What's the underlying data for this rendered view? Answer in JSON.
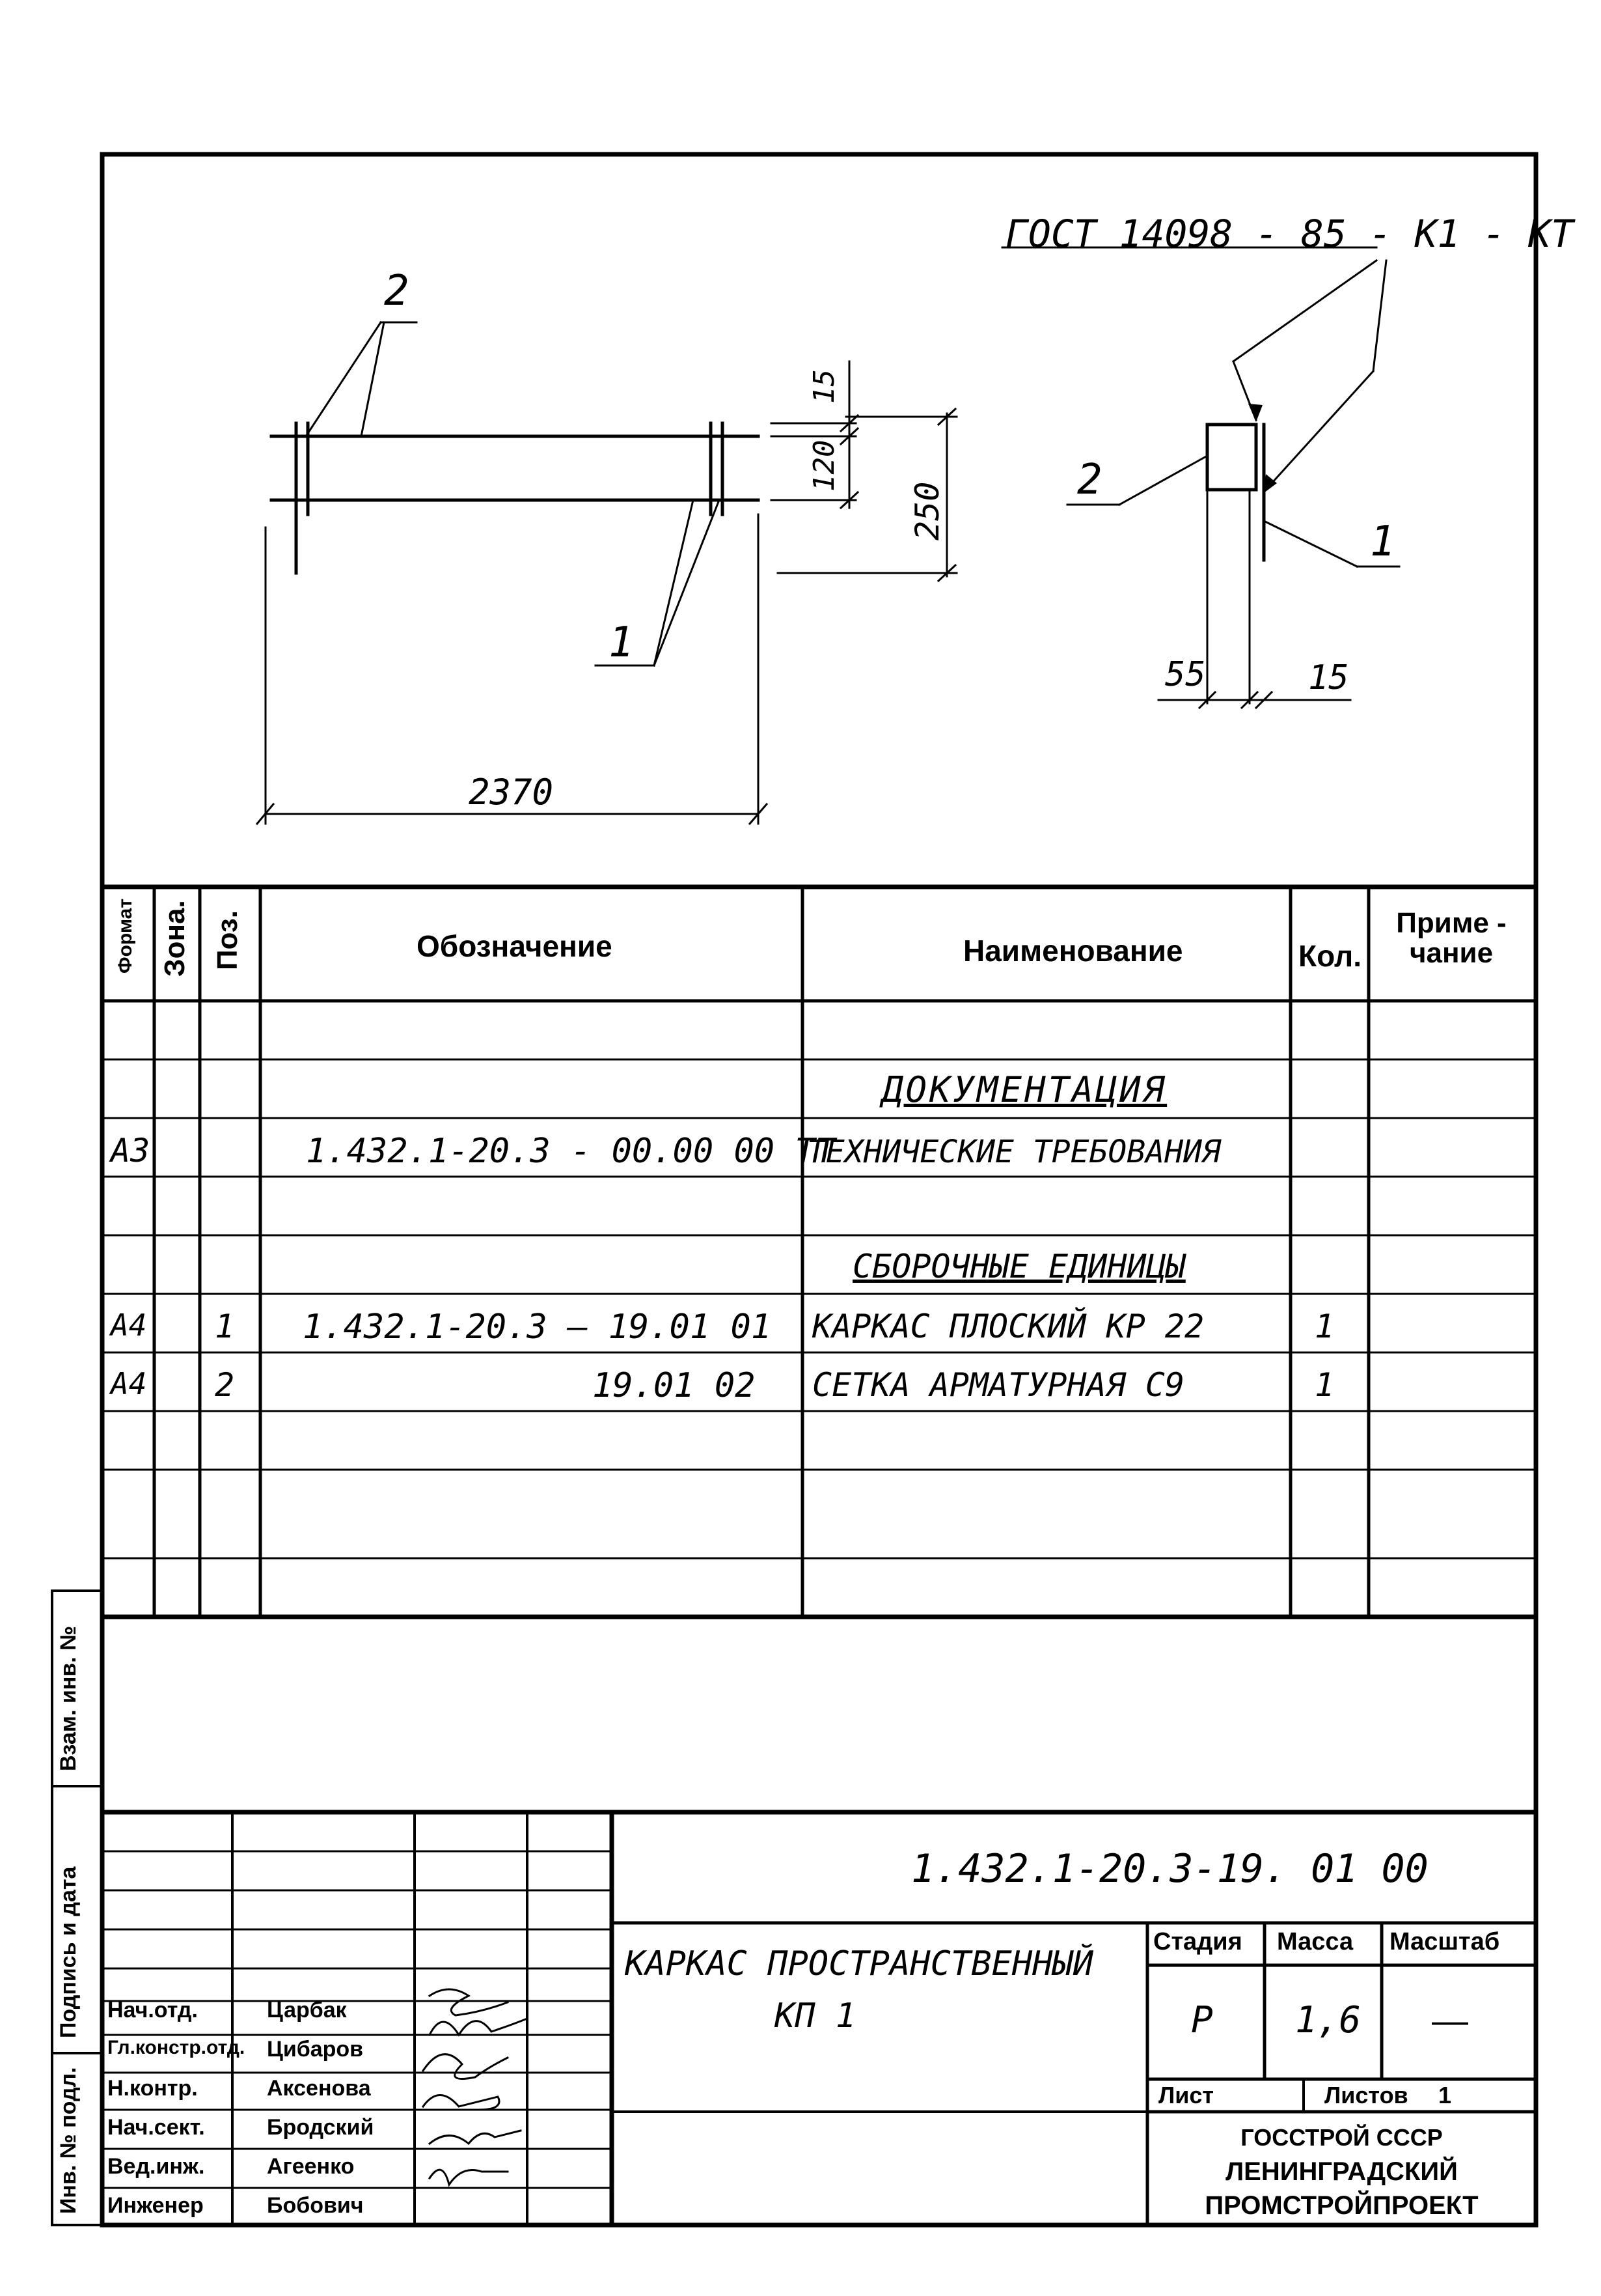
{
  "drawing": {
    "gost_note": "ГОСТ 14098 - 85 - К1 - КТ",
    "labels": {
      "pos2_left": "2",
      "pos1_left": "1",
      "pos2_right": "2",
      "pos1_right": "1"
    },
    "dimensions": {
      "length": "2370",
      "d15_top": "15",
      "d120": "120",
      "d250": "250",
      "d55": "55",
      "d15_bottom": "15"
    }
  },
  "spec_table": {
    "headers": {
      "format": "Формат",
      "zone": "Зона.",
      "pos": "Поз.",
      "designation": "Обозначение",
      "name": "Наименование",
      "qty": "Кол.",
      "note": "Приме - чание"
    },
    "section_docs": "ДОКУМЕНТАЦИЯ",
    "row_docs": {
      "format": "А3",
      "designation": "1.432.1-20.3 - 00.00 00 ТТ",
      "name": "ТЕХНИЧЕСКИЕ ТРЕБОВАНИЯ"
    },
    "section_assembly": "СБОРОЧНЫЕ ЕДИНИЦЫ",
    "rows": [
      {
        "format": "А4",
        "pos": "1",
        "designation": "1.432.1-20.3 – 19.01 01",
        "name": "КАРКАС ПЛОСКИЙ КР 22",
        "qty": "1"
      },
      {
        "format": "А4",
        "pos": "2",
        "designation": "19.01 02",
        "name": "СЕТКА АРМАТУРНАЯ С9",
        "qty": "1"
      }
    ]
  },
  "side_stamp": {
    "inv_podl": "Инв. № подл.",
    "podpis_data": "Подпись и дата",
    "vzam_inv": "Взам. инв. №"
  },
  "title_block": {
    "doc_number": "1.432.1-20.3-19. 01 00",
    "title_line1": "КАРКАС ПРОСТРАНСТВЕННЫЙ",
    "title_line2": "КП 1",
    "stage_label": "Стадия",
    "mass_label": "Масса",
    "scale_label": "Масштаб",
    "stage_value": "Р",
    "mass_value": "1,6",
    "scale_value": "—",
    "sheet_label": "Лист",
    "sheets_label": "Листов",
    "sheets_value": "1",
    "org_line1": "ГОССТРОЙ СССР",
    "org_line2": "ЛЕНИНГРАДСКИЙ",
    "org_line3": "ПРОМСТРОЙПРОЕКТ",
    "signers": [
      {
        "role": "Нач.отд.",
        "name": "Царбак"
      },
      {
        "role": "Гл.констр.отд.",
        "name": "Цибаров"
      },
      {
        "role": "Н.контр.",
        "name": "Аксенова"
      },
      {
        "role": "Нач.сект.",
        "name": "Бродский"
      },
      {
        "role": "Вед.инж.",
        "name": "Агеенко"
      },
      {
        "role": "Инженер",
        "name": "Бобович"
      }
    ]
  }
}
